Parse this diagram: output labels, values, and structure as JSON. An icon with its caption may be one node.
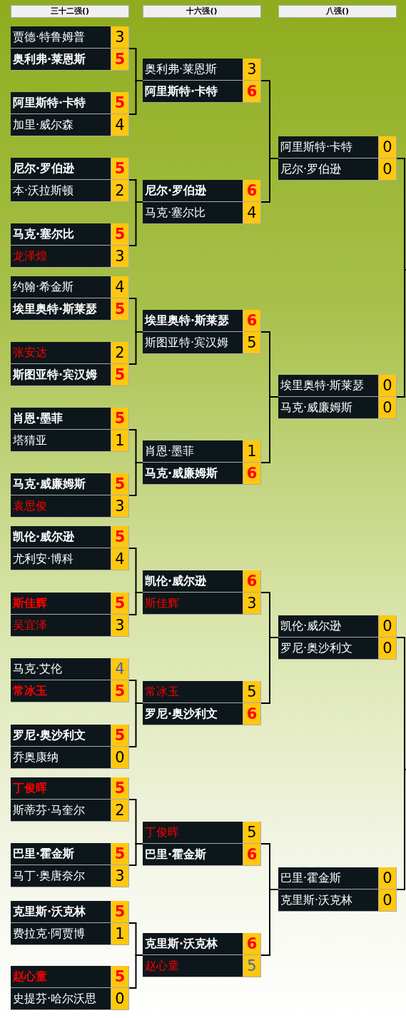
{
  "diagram": {
    "nodes": [
      {
        "text": [
          "三十二强()"
        ]
      },
      {
        "text": [
          "十六强()"
        ]
      },
      {
        "text": [
          "八强()"
        ]
      },
      {
        "text": [
          "贾德·特鲁姆普",
          "3",
          "奥利弗·莱恩斯",
          "5"
        ]
      },
      {
        "text": [
          "阿里斯特·卡特",
          "5",
          "加里·威尔森",
          "4"
        ]
      },
      {
        "text": [
          "尼尔·罗伯逊",
          "5",
          "本·沃拉斯顿",
          "2"
        ]
      },
      {
        "text": [
          "马克·塞尔比",
          "5",
          "龙泽煌",
          "3"
        ]
      },
      {
        "text": [
          "约翰·希金斯",
          "4",
          "埃里奥特·斯莱瑟",
          "5"
        ]
      },
      {
        "text": [
          "张安达",
          "2",
          "斯图亚特·宾汉姆",
          "5"
        ]
      },
      {
        "text": [
          "肖恩·墨菲",
          "5",
          "塔猜亚",
          "1"
        ]
      },
      {
        "text": [
          "马克·威廉姆斯",
          "5",
          "袁思俊",
          "3"
        ]
      },
      {
        "text": [
          "凯伦·威尔逊",
          "5",
          "尤利安·博科",
          "4"
        ]
      },
      {
        "text": [
          "斯佳辉",
          "5",
          "吴宜泽",
          "3"
        ]
      },
      {
        "text": [
          "马克·艾伦",
          "4",
          "常冰玉",
          "5"
        ]
      },
      {
        "text": [
          "罗尼·奥沙利文",
          "5",
          "乔奥康纳",
          "0"
        ]
      },
      {
        "text": [
          "丁俊晖",
          "5",
          "斯蒂芬·马奎尔",
          "2"
        ]
      },
      {
        "text": [
          "巴里·霍金斯",
          "5",
          "马丁·奥唐奈尔",
          "3"
        ]
      },
      {
        "text": [
          "克里斯·沃克林",
          "5",
          "费拉克·阿贾博",
          "1"
        ]
      },
      {
        "text": [
          "赵心童",
          "5",
          "史提芬·哈尔沃思",
          "0"
        ]
      },
      {
        "text": [
          "奥利弗·莱恩斯",
          "3",
          "阿里斯特·卡特",
          "6"
        ]
      },
      {
        "text": [
          "尼尔·罗伯逊",
          "6",
          "马克·塞尔比",
          "4"
        ]
      },
      {
        "text": [
          "埃里奥特·斯莱瑟",
          "6",
          "斯图亚特·宾汉姆",
          "5"
        ]
      },
      {
        "text": [
          "肖恩·墨菲",
          "1",
          "马克·威廉姆斯",
          "6"
        ]
      },
      {
        "text": [
          "凯伦·威尔逊",
          "6",
          "斯佳辉",
          "3"
        ]
      },
      {
        "text": [
          "常冰玉",
          "5",
          "罗尼·奥沙利文",
          "6"
        ]
      },
      {
        "text": [
          "丁俊晖",
          "5",
          "巴里·霍金斯",
          "6"
        ]
      },
      {
        "text": [
          "克里斯·沃克林",
          "6",
          "赵心童",
          "5"
        ]
      },
      {
        "text": [
          "阿里斯特·卡特",
          "0",
          "尼尔·罗伯逊",
          "0"
        ]
      },
      {
        "text": [
          "埃里奥特·斯莱瑟",
          "0",
          "马克·威廉姆斯",
          "0"
        ]
      },
      {
        "text": [
          "凯伦·威尔逊",
          "0",
          "罗尼·奥沙利文",
          "0"
        ]
      },
      {
        "text": [
          "巴里·霍金斯",
          "0",
          "克里斯·沃克林",
          "0"
        ]
      }
    ],
    "edges": [
      {
        "from": 3,
        "to": 19,
        "arrow": "none"
      },
      {
        "from": 4,
        "to": 19,
        "arrow": "none"
      },
      {
        "from": 5,
        "to": 20,
        "arrow": "none"
      },
      {
        "from": 6,
        "to": 20,
        "arrow": "none"
      },
      {
        "from": 7,
        "to": 21,
        "arrow": "none"
      },
      {
        "from": 8,
        "to": 21,
        "arrow": "none"
      },
      {
        "from": 9,
        "to": 22,
        "arrow": "none"
      },
      {
        "from": 10,
        "to": 22,
        "arrow": "none"
      },
      {
        "from": 11,
        "to": 23,
        "arrow": "none"
      },
      {
        "from": 12,
        "to": 23,
        "arrow": "none"
      },
      {
        "from": 13,
        "to": 24,
        "arrow": "none"
      },
      {
        "from": 14,
        "to": 24,
        "arrow": "none"
      },
      {
        "from": 15,
        "to": 25,
        "arrow": "none"
      },
      {
        "from": 16,
        "to": 25,
        "arrow": "none"
      },
      {
        "from": 17,
        "to": 26,
        "arrow": "none"
      },
      {
        "from": 18,
        "to": 26,
        "arrow": "none"
      },
      {
        "from": 19,
        "to": 27,
        "arrow": "none"
      },
      {
        "from": 20,
        "to": 27,
        "arrow": "none"
      },
      {
        "from": 21,
        "to": 28,
        "arrow": "none"
      },
      {
        "from": 22,
        "to": 28,
        "arrow": "none"
      },
      {
        "from": 23,
        "to": 29,
        "arrow": "none"
      },
      {
        "from": 24,
        "to": 29,
        "arrow": "none"
      },
      {
        "from": 25,
        "to": 30,
        "arrow": "none"
      },
      {
        "from": 26,
        "to": 30,
        "arrow": "none"
      },
      {
        "from": 27,
        "to": null,
        "arrow": "none"
      },
      {
        "from": 28,
        "to": null,
        "arrow": "none"
      },
      {
        "from": 29,
        "to": null,
        "arrow": "none"
      },
      {
        "from": 30,
        "to": null,
        "arrow": "none"
      }
    ]
  }
}
